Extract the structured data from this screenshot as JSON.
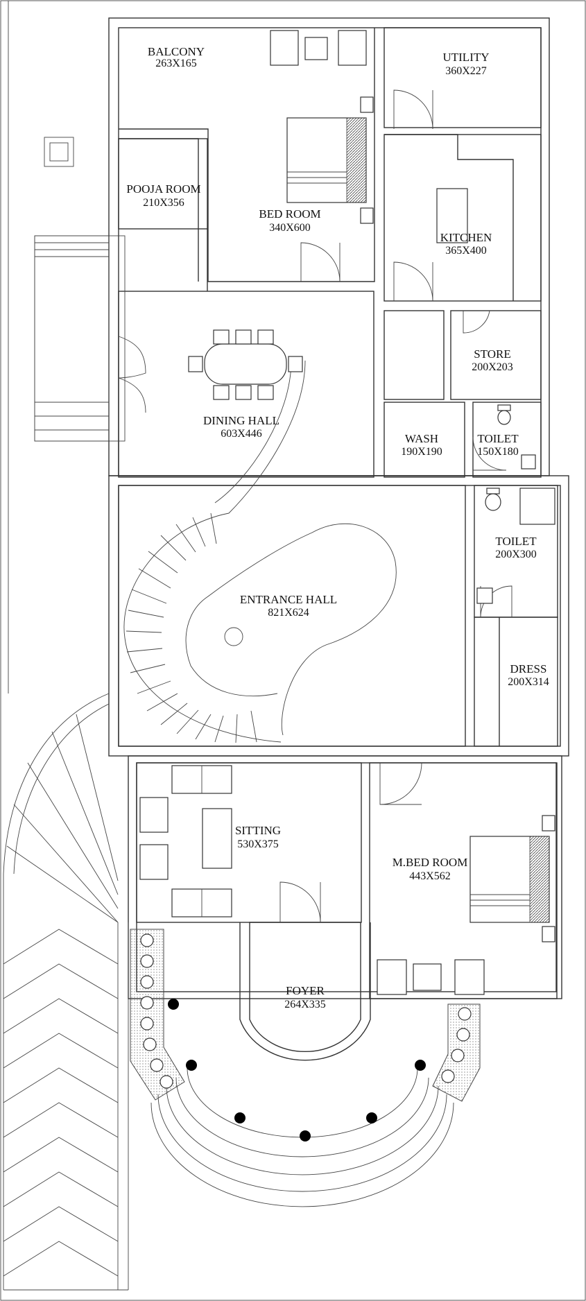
{
  "colors": {
    "line": "#333333",
    "background": "#ffffff",
    "column": "#000000"
  },
  "rooms": {
    "balcony": {
      "name": "BALCONY",
      "size": "263X165"
    },
    "utility": {
      "name": "UTILITY",
      "size": "360X227"
    },
    "pooja_room": {
      "name": "POOJA ROOM",
      "size": "210X356"
    },
    "bed_room": {
      "name": "BED ROOM",
      "size": "340X600"
    },
    "kitchen": {
      "name": "KITCHEN",
      "size": "365X400"
    },
    "store": {
      "name": "STORE",
      "size": "200X203"
    },
    "dining_hall": {
      "name": "DINING HALL",
      "size": "603X446"
    },
    "wash": {
      "name": "WASH",
      "size": "190X190"
    },
    "toilet_1": {
      "name": "TOILET",
      "size": "150X180"
    },
    "toilet_2": {
      "name": "TOILET",
      "size": "200X300"
    },
    "entrance_hall": {
      "name": "ENTRANCE HALL",
      "size": "821X624"
    },
    "dress": {
      "name": "DRESS",
      "size": "200X314"
    },
    "sitting": {
      "name": "SITTING",
      "size": "530X375"
    },
    "m_bed_room": {
      "name": "M.BED ROOM",
      "size": "443X562"
    },
    "foyer": {
      "name": "FOYER",
      "size": "264X335"
    }
  },
  "icons": [
    "door-swing-icon",
    "bed-icon",
    "chair-icon",
    "toilet-icon",
    "plant-icon",
    "column-icon"
  ]
}
